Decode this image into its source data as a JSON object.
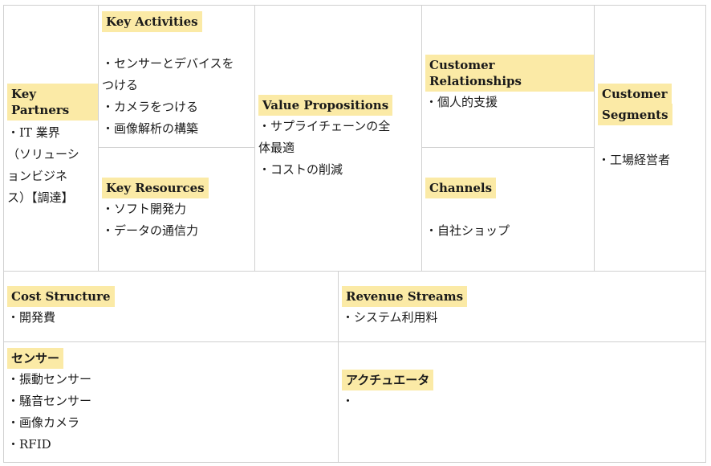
{
  "key_partners": {
    "label": "Key Partners",
    "items": [
      "・IT 業界",
      "（ソリューシ",
      "ョンビジネ",
      "ス）【調達】"
    ]
  },
  "key_activities": {
    "label": "Key Activities",
    "items": [
      "・センサーとデバイスを",
      "つける",
      "・カメラをつける",
      "・画像解析の構築"
    ]
  },
  "key_resources": {
    "label": "Key Resources",
    "items": [
      "・ソフト開発力",
      "・データの通信力"
    ]
  },
  "value_propositions": {
    "label": "Value Propositions",
    "items": [
      "・サプライチェーンの全",
      "体最適",
      "・コストの削減"
    ]
  },
  "customer_relationships": {
    "label": "Customer Relationships",
    "items": [
      "・個人的支援"
    ]
  },
  "channels": {
    "label": "Channels",
    "items": [
      "・自社ショップ"
    ]
  },
  "customer_segments": {
    "label_line1": "Customer",
    "label_line2": "Segments",
    "items": [
      "・工場経営者"
    ]
  },
  "cost_structure": {
    "label": "Cost Structure",
    "items": [
      "・開発費"
    ]
  },
  "revenue_streams": {
    "label": "Revenue Streams",
    "items": [
      "・システム利用料"
    ]
  },
  "sensors": {
    "label": "センサー",
    "items": [
      "・振動センサー",
      "・騒音センサー",
      "・画像カメラ",
      "・RFID"
    ]
  },
  "actuators": {
    "label": "アクチュエータ",
    "items": [
      "・"
    ]
  },
  "colors": {
    "label_highlight": "#fbeaa6",
    "border": "#d0d0d0"
  }
}
